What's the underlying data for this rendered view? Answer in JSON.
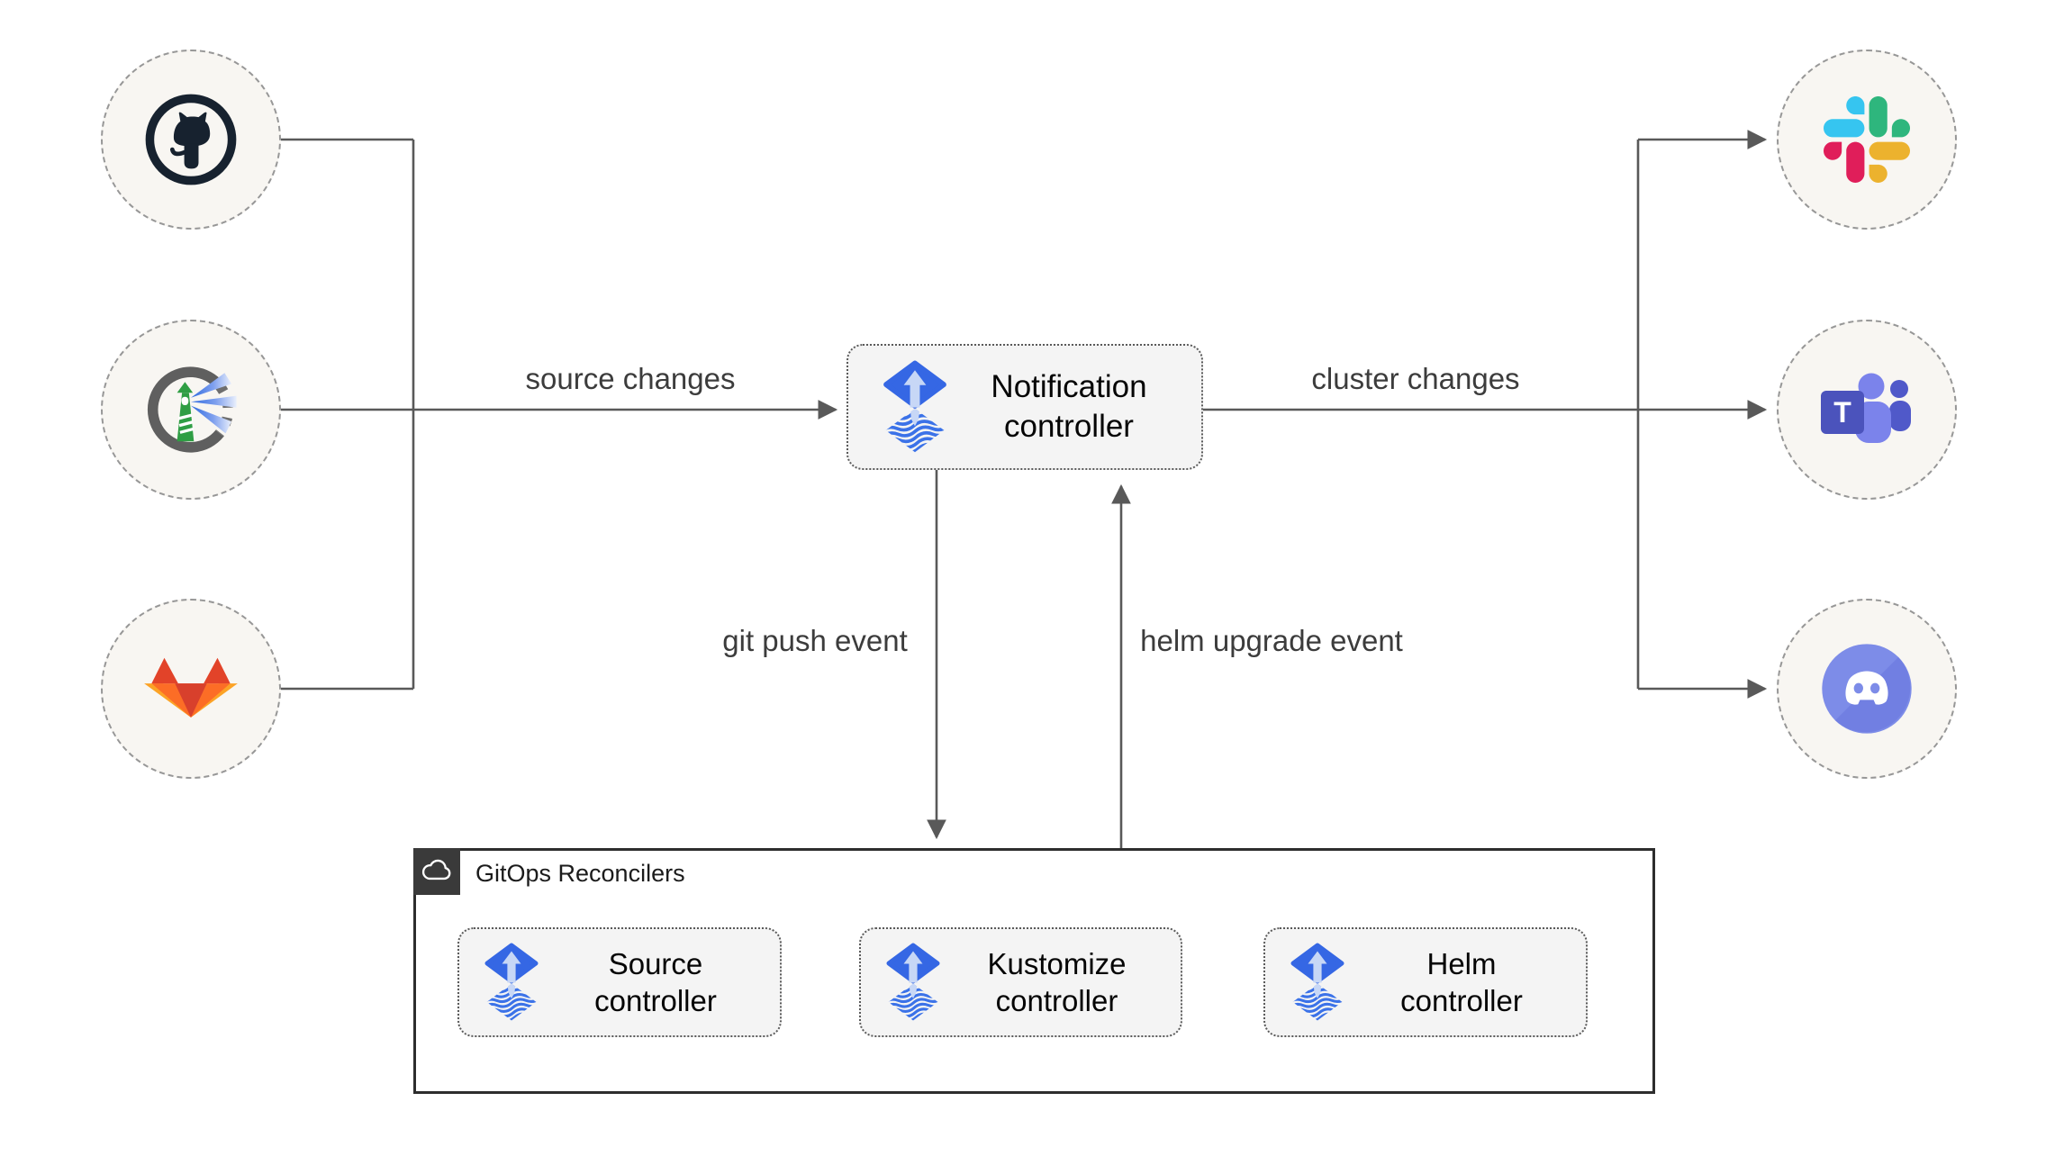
{
  "diagram": {
    "edges": {
      "source_changes": "source changes",
      "cluster_changes": "cluster changes",
      "git_push_event": "git push event",
      "helm_upgrade_event": "helm upgrade event"
    },
    "notification_controller": {
      "label": "Notification\ncontroller",
      "icon": "flux-icon"
    },
    "event_sources": [
      {
        "name": "github",
        "icon": "github-icon"
      },
      {
        "name": "harbor",
        "icon": "harbor-icon"
      },
      {
        "name": "gitlab",
        "icon": "gitlab-icon"
      }
    ],
    "notification_targets": [
      {
        "name": "slack",
        "icon": "slack-icon"
      },
      {
        "name": "teams",
        "icon": "teams-icon"
      },
      {
        "name": "discord",
        "icon": "discord-icon"
      }
    ],
    "reconcilers": {
      "title": "GitOps Reconcilers",
      "icon": "cloud-icon",
      "controllers": [
        {
          "label": "Source\ncontroller",
          "icon": "flux-icon"
        },
        {
          "label": "Kustomize\ncontroller",
          "icon": "flux-icon"
        },
        {
          "label": "Helm\ncontroller",
          "icon": "flux-icon"
        }
      ]
    },
    "colors": {
      "flux_blue": "#3567e4",
      "flux_light_arrow": "#c7d7f6",
      "line_gray": "#595959",
      "node_fill": "#f8f6f2",
      "box_fill": "#f4f4f4",
      "container_border": "#2d2d2d",
      "github_dark": "#17222f",
      "harbor_green": "#2f9e44",
      "gitlab_red": "#e24329",
      "gitlab_orange": "#fc6d26",
      "gitlab_yellow": "#fca326",
      "slack_blue": "#36C5F0",
      "slack_green": "#2EB67D",
      "slack_yellow": "#ECB22E",
      "slack_red": "#E01E5A",
      "teams_indigo": "#4b53bc",
      "teams_light": "#7b83eb",
      "discord_blurple": "#7d8ce8"
    }
  }
}
